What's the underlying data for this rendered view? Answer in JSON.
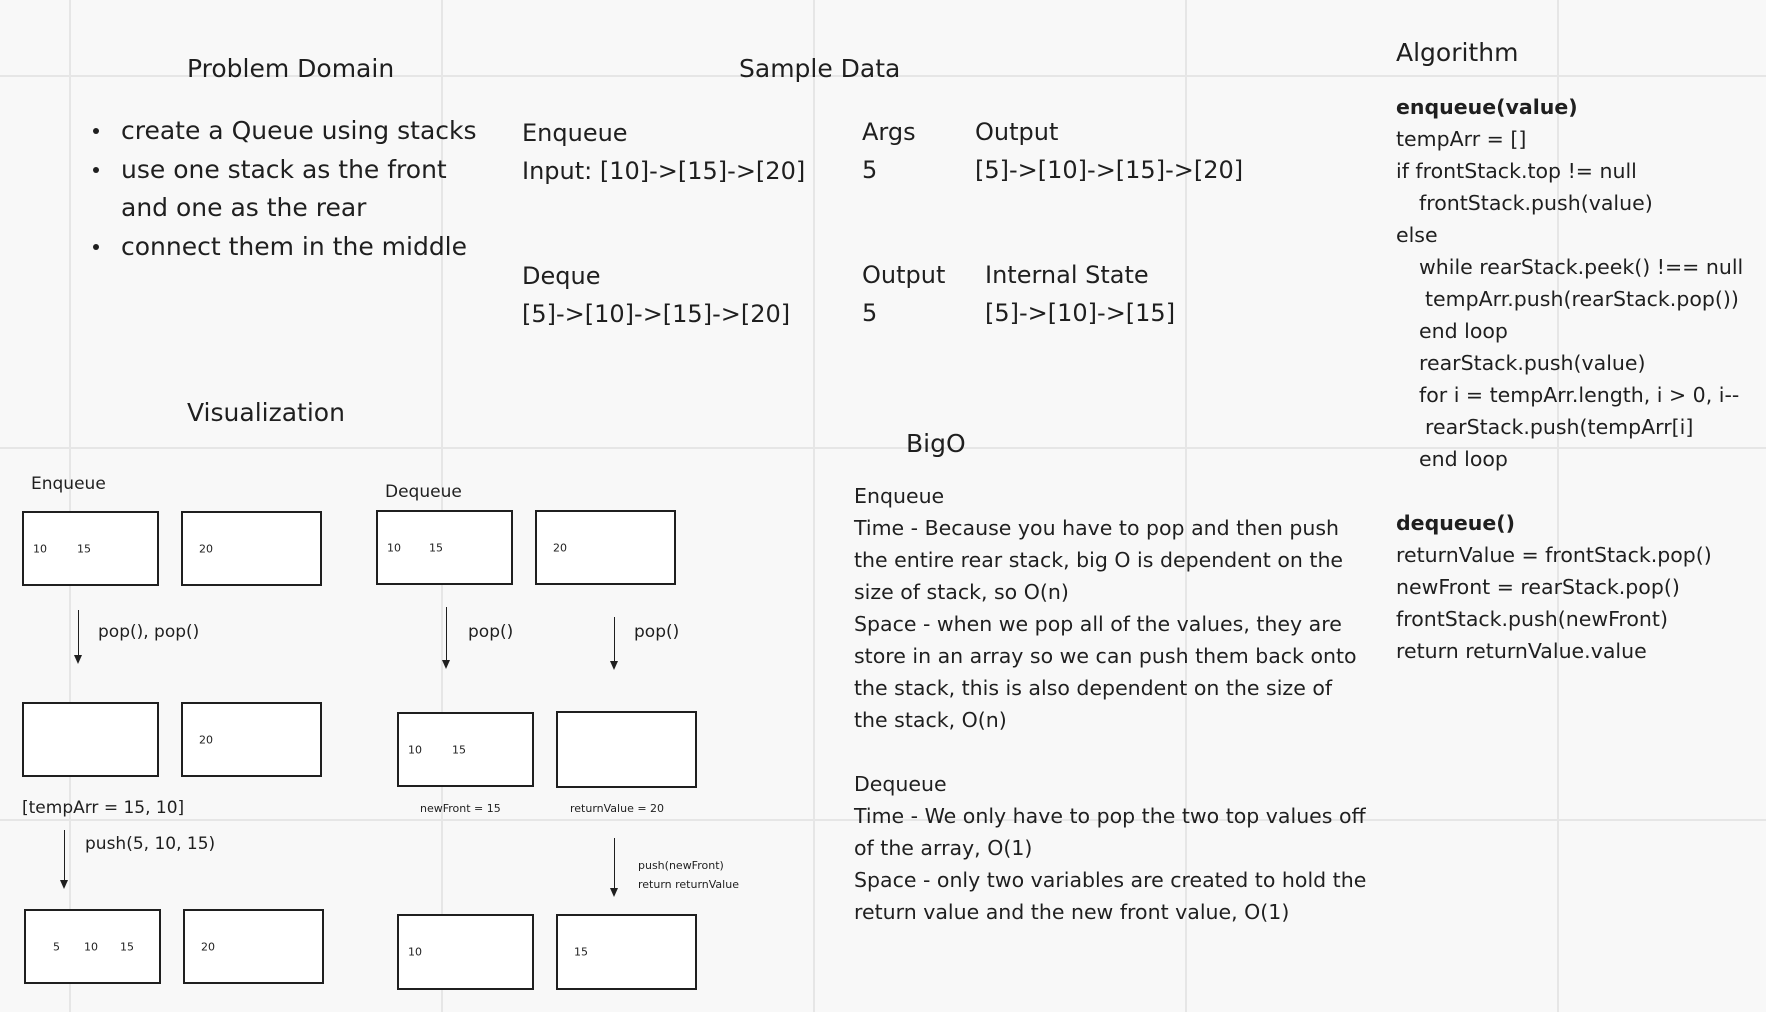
{
  "problem_domain": {
    "title": "Problem Domain",
    "bullets": [
      "create a Queue using stacks",
      "use one stack as the front",
      "and one as the rear",
      "connect them in the middle"
    ]
  },
  "sample_data": {
    "title": "Sample Data",
    "enqueue": {
      "label": "Enqueue",
      "input": "Input: [10]->[15]->[20]",
      "args_label": "Args",
      "args_value": "5",
      "output_label": "Output",
      "output_value": "[5]->[10]->[15]->[20]"
    },
    "deque": {
      "label": "Deque",
      "input": "[5]->[10]->[15]->[20]",
      "output_label": "Output",
      "output_value": "5",
      "state_label": "Internal State",
      "state_value": "[5]->[10]->[15]"
    }
  },
  "visualization": {
    "title": "Visualization",
    "enqueue_title": "Enqueue",
    "dequeue_title": "Dequeue",
    "enqueue_step1_front": [
      "10",
      "15"
    ],
    "enqueue_step1_rear": [
      "20"
    ],
    "enqueue_arrow1": "pop(), pop()",
    "enqueue_step2_rear": [
      "20"
    ],
    "temp_arr": "[tempArr = 15, 10]",
    "enqueue_arrow2": "push(5, 10, 15)",
    "enqueue_step3_front": [
      "5",
      "10",
      "15"
    ],
    "enqueue_step3_rear": [
      "20"
    ],
    "dequeue_step1_front": [
      "10",
      "15"
    ],
    "dequeue_step1_rear": [
      "20"
    ],
    "dequeue_arrow_left": "pop()",
    "dequeue_arrow_right": "pop()",
    "dequeue_step2_front": [
      "10",
      "15"
    ],
    "new_front": "newFront = 15",
    "return_value": "returnValue  = 20",
    "push_line1": "push(newFront)",
    "push_line2": "return returnValue",
    "dequeue_step3_front": [
      "10"
    ],
    "dequeue_step3_rear": [
      "15"
    ]
  },
  "bigo": {
    "title": "BigO",
    "lines": [
      "Enqueue",
      "Time - Because you have to pop and then push",
      "the entire rear stack, big O is dependent on the",
      "size of stack, so O(n)",
      "Space - when we pop all of the values, they are",
      "store in an array so we can push them back onto",
      "the stack, this is also dependent on the size of",
      "the stack, O(n)",
      "",
      "Dequeue",
      "Time - We only have to pop the two top values off",
      "of the array, O(1)",
      "Space - only two variables are created to hold the",
      "return value and the new front value, O(1)"
    ]
  },
  "algorithm": {
    "title": "Algorithm",
    "enqueue_sig": "enqueue(value)",
    "enqueue_lines": [
      "tempArr = []",
      "if frontStack.top != null",
      "frontStack.push(value)",
      "else",
      "while rearStack.peek() !== null",
      "tempArr.push(rearStack.pop())",
      "end loop",
      "rearStack.push(value)",
      "for i = tempArr.length, i > 0, i--",
      "rearStack.push(tempArr[i]",
      "end loop"
    ],
    "dequeue_sig": "dequeue()",
    "dequeue_lines": [
      "returnValue = frontStack.pop()",
      "newFront = rearStack.pop()",
      "frontStack.push(newFront)",
      "return returnValue.value"
    ]
  }
}
